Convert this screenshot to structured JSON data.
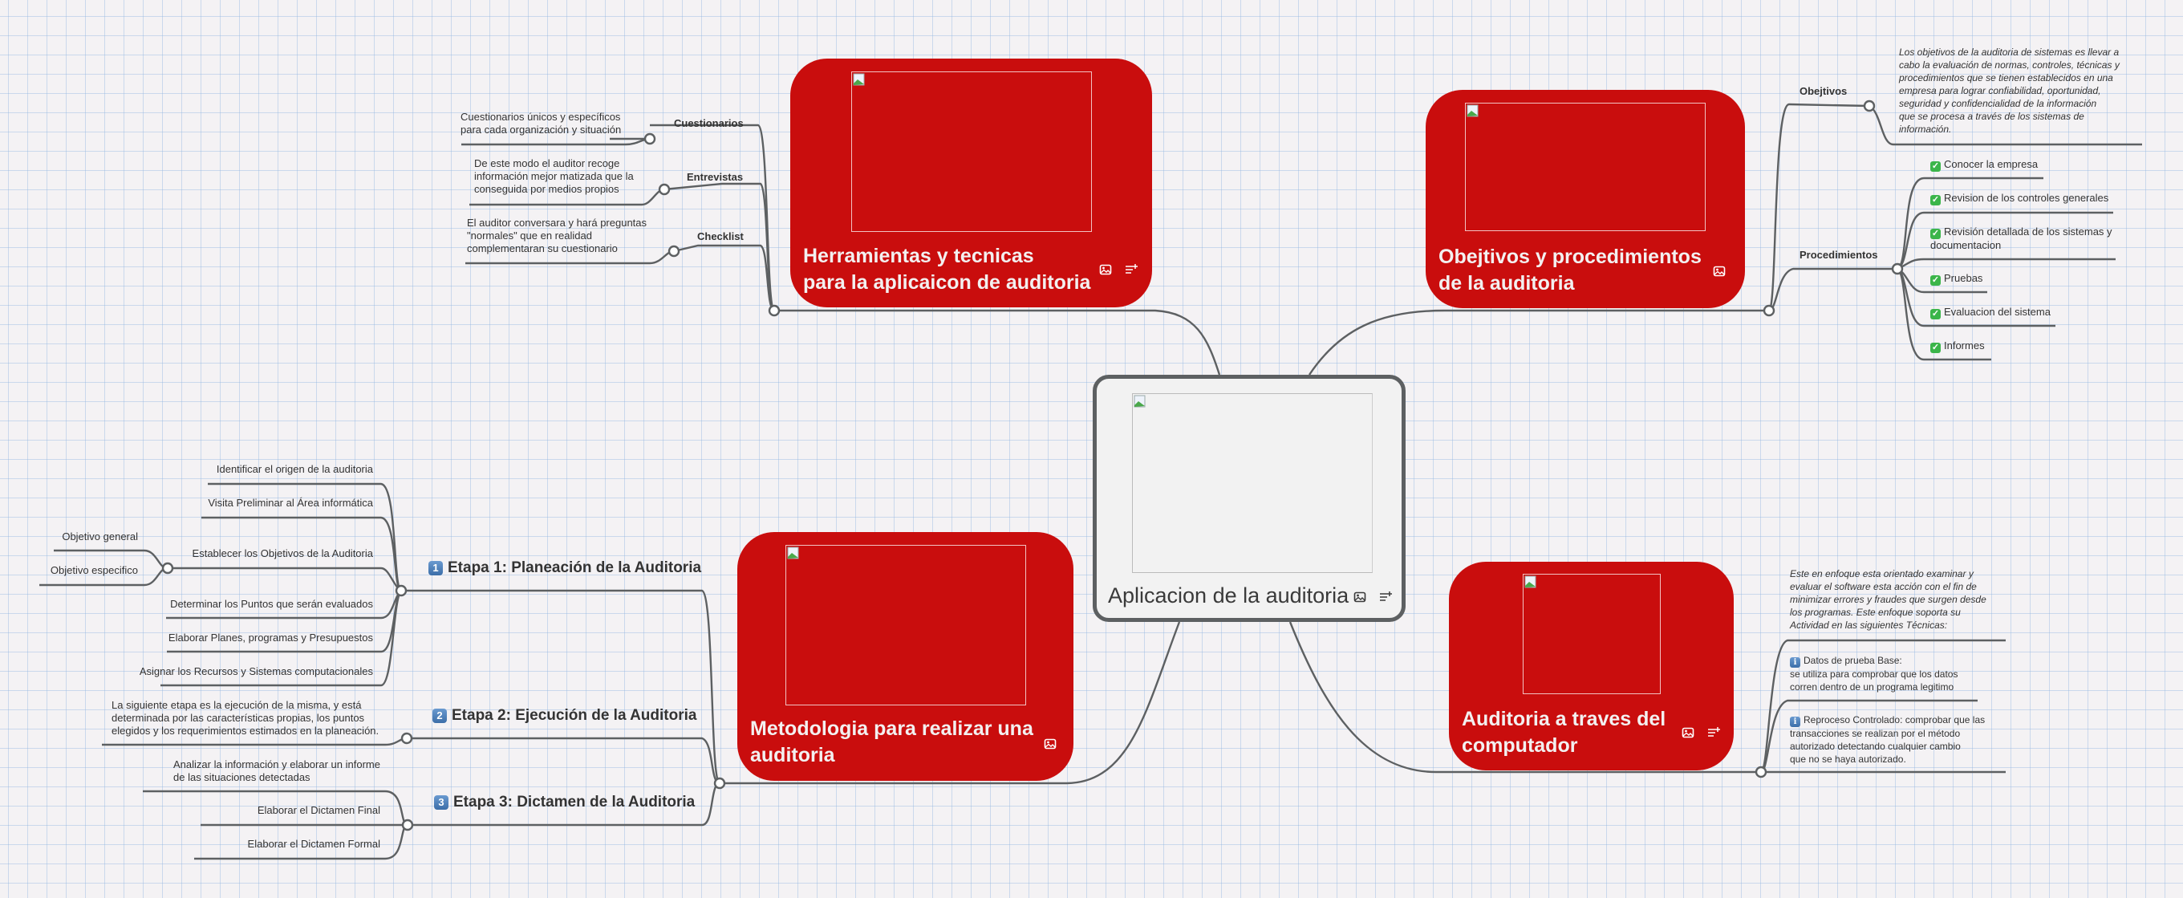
{
  "central": {
    "title": "Aplicacion de la auditoria",
    "icons": [
      "image-icon",
      "add-note-icon"
    ]
  },
  "colors": {
    "node_fill": "#c90d0d",
    "node_text": "#f3f0f0",
    "connector": "#5d6062",
    "central_fill": "#f2f2f2",
    "checkbox": "#3bb54a",
    "keycap": "#4a7fbd"
  },
  "herramientas": {
    "title_line1": "Herramientas y tecnicas",
    "title_line2": "para la aplicaicon de auditoria",
    "icons": [
      "image-icon",
      "add-note-icon"
    ],
    "children": [
      {
        "label": "Cuestionarios",
        "note": "Cuestionarios únicos y específicos para cada organización y situación",
        "note_lines": [
          "Cuestionarios únicos y específicos",
          "para cada organización y situación"
        ]
      },
      {
        "label": "Entrevistas",
        "note_lines": [
          "De este modo el auditor recoge",
          "información mejor matizada que la",
          "conseguida por medios propios"
        ]
      },
      {
        "label": "Checklist",
        "note_lines": [
          "El auditor conversara y hará preguntas",
          "\"normales\" que en realidad",
          "complementaran su cuestionario"
        ]
      }
    ]
  },
  "objetivos": {
    "title_line1": "Obejtivos y procedimientos",
    "title_line2": "de la auditoria",
    "icons": [
      "image-icon"
    ],
    "objetivos_label": "Obejtivos",
    "objetivos_text_lines": [
      "Los objetivos de la auditoria de sistemas es llevar a",
      "cabo la evaluación de normas, controles, técnicas y",
      "procedimientos que se tienen establecidos en una",
      "empresa para lograr confiabilidad, oportunidad,",
      "seguridad y confidencialidad de la información",
      "que se procesa a través de los sistemas de",
      "información."
    ],
    "procedimientos_label": "Procedimientos",
    "procedimientos": [
      "Conocer la empresa",
      "Revision de los controles generales",
      "Revisión detallada de los sistemas y",
      "Pruebas",
      "Evaluacion del sistema",
      "Informes"
    ],
    "procedimiento_3_line2": "documentacion"
  },
  "metodologia": {
    "title_line1": "Metodologia para realizar una",
    "title_line2": "auditoria",
    "icons": [
      "image-icon"
    ],
    "etapa1": {
      "num": "1",
      "label": "Etapa 1: Planeación de la Auditoria",
      "children": [
        "Identificar el origen de la auditoria",
        "Visita Preliminar al Área informática",
        "Establecer los Objetivos de la Auditoria",
        "Determinar los Puntos que serán evaluados",
        "Elaborar Planes, programas y Presupuestos",
        "Asignar los Recursos y Sistemas computacionales"
      ],
      "objetivos_children": [
        "Objetivo general",
        "Objetivo especifico"
      ]
    },
    "etapa2": {
      "num": "2",
      "label": "Etapa 2: Ejecución de la Auditoria",
      "note_lines": [
        "La siguiente etapa es la ejecución de la misma, y está",
        "determinada por las características propias, los puntos",
        "elegidos y los requerimientos estimados en la planeación."
      ]
    },
    "etapa3": {
      "num": "3",
      "label": "Etapa 3: Dictamen de la Auditoria",
      "children_lines": [
        [
          "Analizar la información y elaborar un informe",
          "de las situaciones detectadas"
        ],
        [
          "Elaborar el Dictamen Final"
        ],
        [
          "Elaborar el Dictamen Formal"
        ]
      ]
    }
  },
  "computador": {
    "title_line1": "Auditoria a traves del",
    "title_line2": "computador",
    "icons": [
      "image-icon",
      "add-note-icon"
    ],
    "intro_lines": [
      "Este en enfoque esta orientado examinar y",
      "evaluar el software esta acción con el fin de",
      "minimizar errores y fraudes que surgen desde",
      "los programas. Este enfoque soporta su",
      "Actividad en las siguientes Técnicas:"
    ],
    "tecnica1_lines": [
      "Datos de prueba Base:",
      "se utiliza para comprobar que los datos",
      "corren dentro de un programa legitimo"
    ],
    "tecnica2_lines": [
      "Reproceso Controlado: comprobar que las",
      "transacciones se realizan por el método",
      "autorizado detectando cualquier cambio",
      "que no se haya autorizado."
    ]
  }
}
